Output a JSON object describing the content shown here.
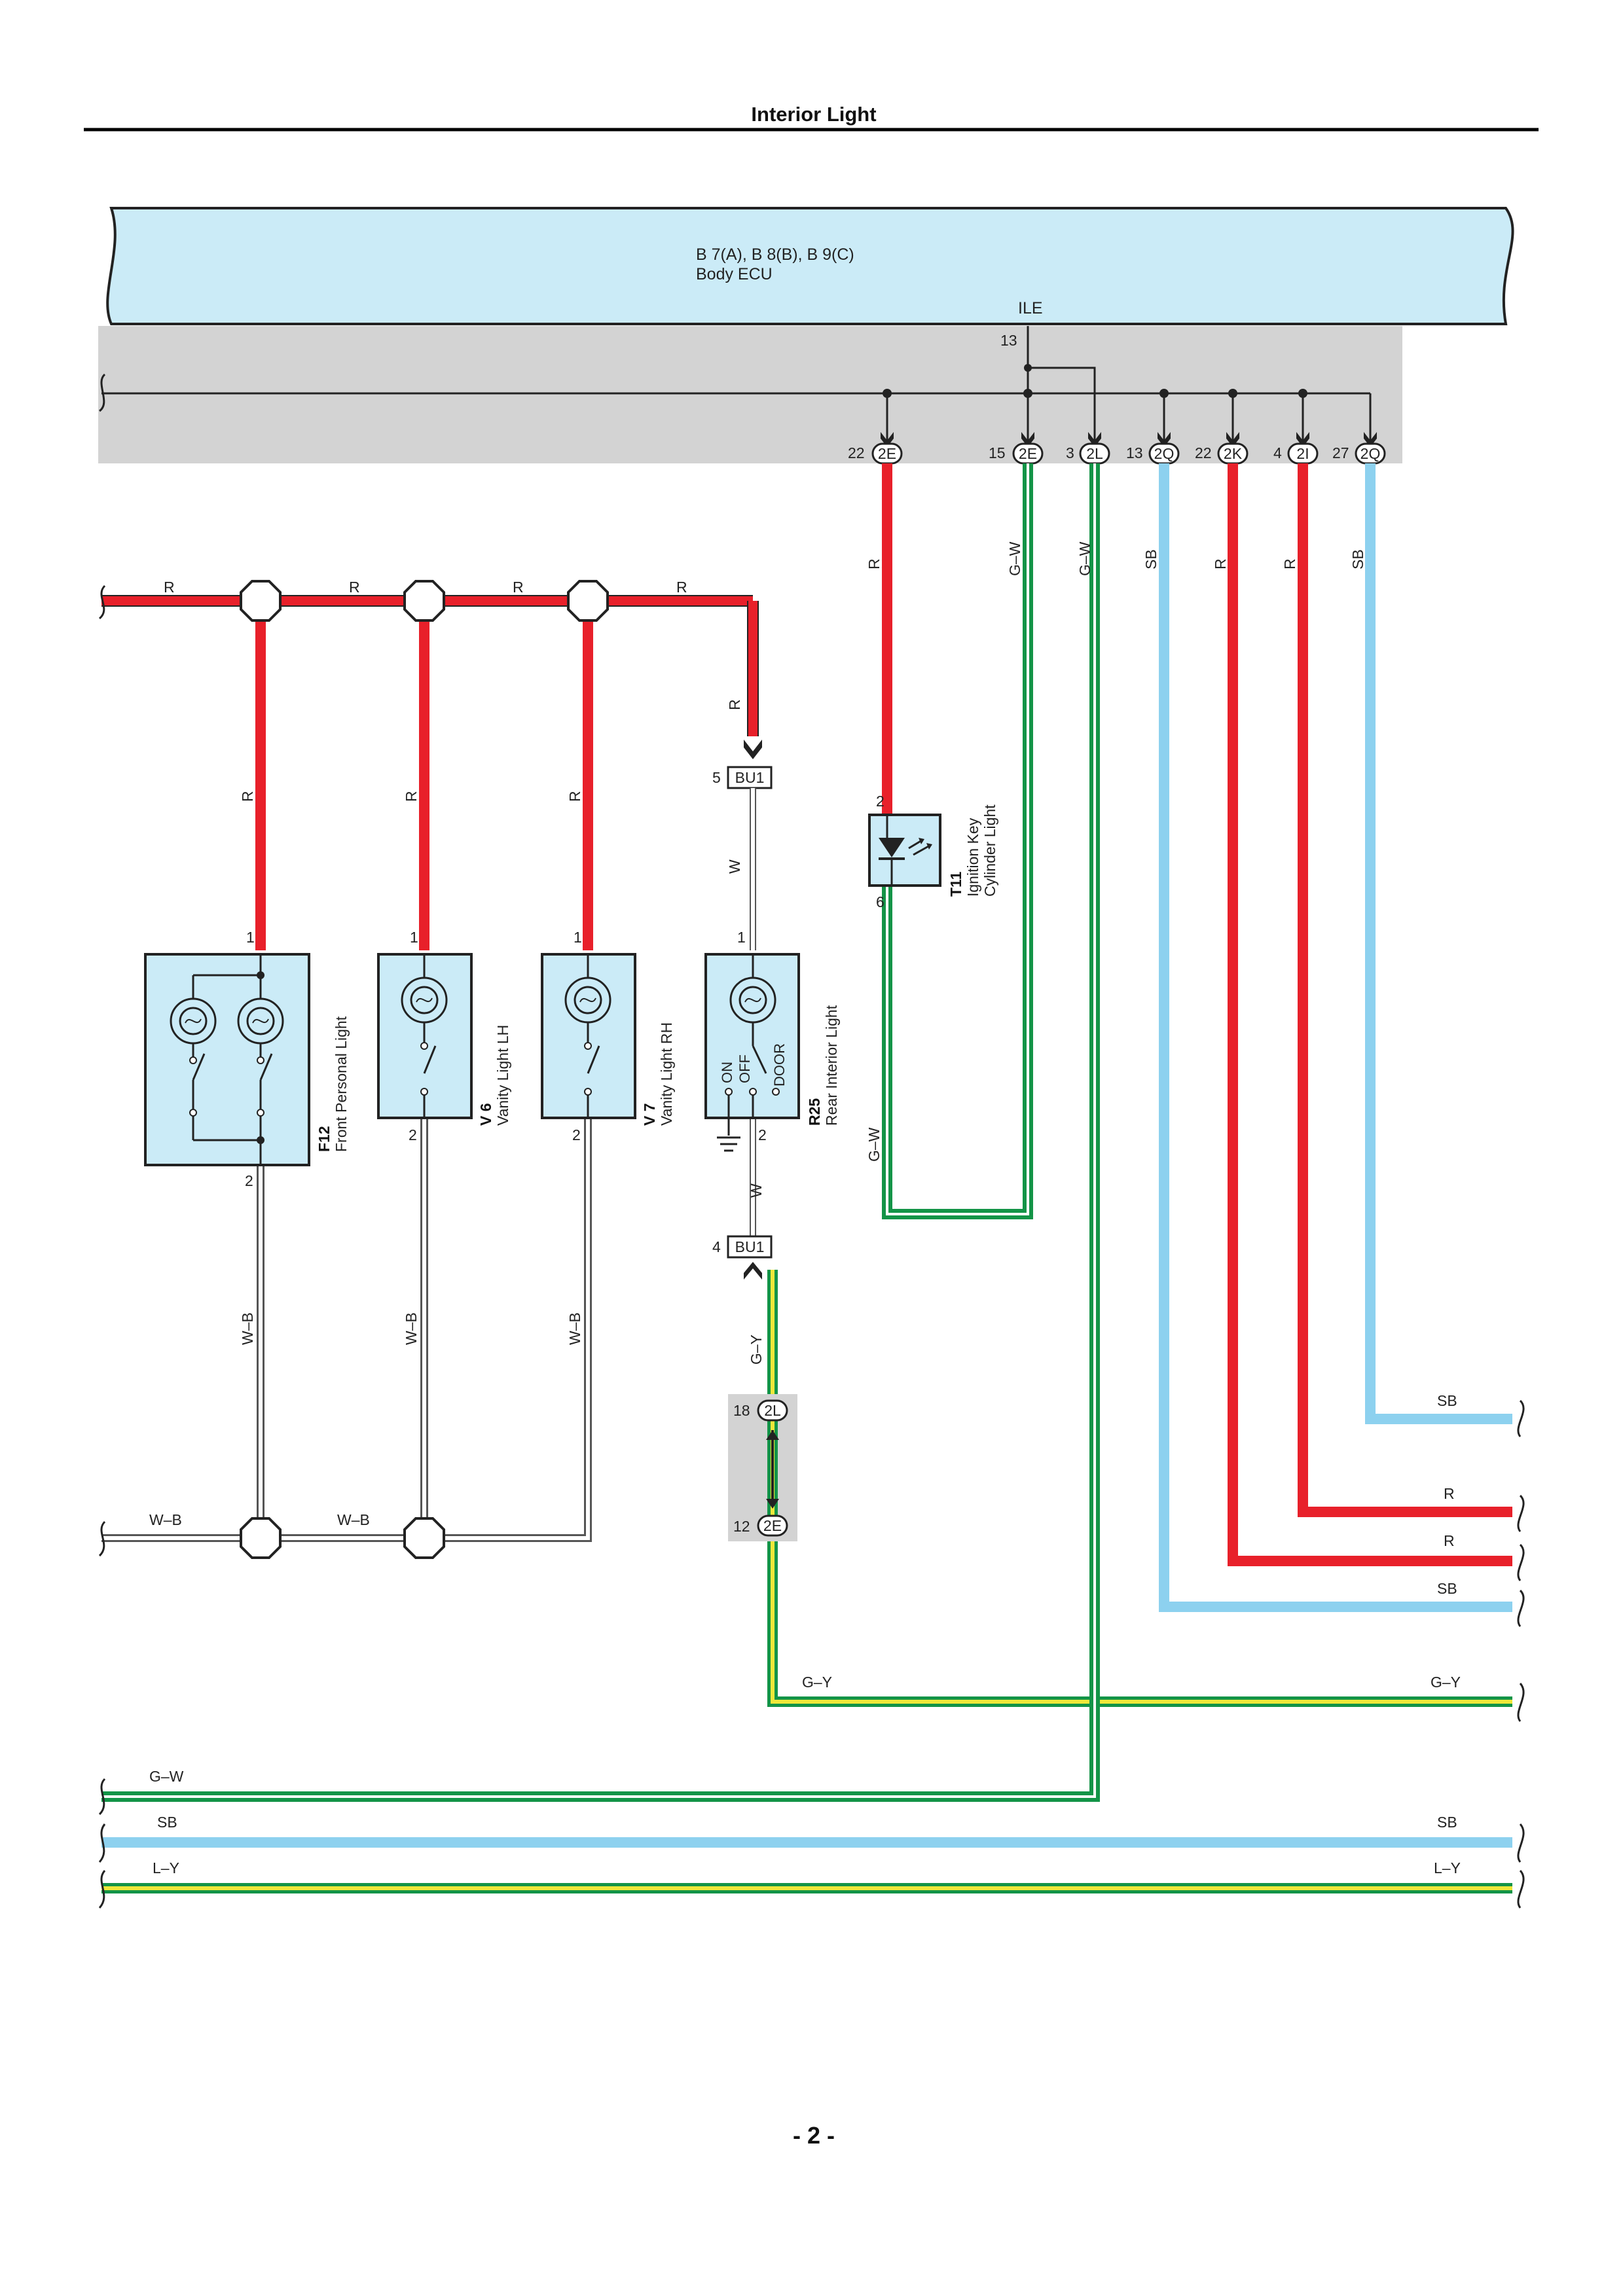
{
  "page": {
    "title": "Interior Light",
    "page_number": "- 2 -"
  },
  "ecu": {
    "code": "B 7(A), B 8(B), B 9(C)",
    "name": "Body ECU",
    "terminal": "ILE",
    "terminal_pin": "13"
  },
  "connectors": [
    {
      "pin": "22",
      "id": "2E"
    },
    {
      "pin": "15",
      "id": "2E"
    },
    {
      "pin": "3",
      "id": "2L"
    },
    {
      "pin": "13",
      "id": "2Q"
    },
    {
      "pin": "22",
      "id": "2K"
    },
    {
      "pin": "4",
      "id": "2I"
    },
    {
      "pin": "27",
      "id": "2Q"
    }
  ],
  "wires": {
    "r": "R",
    "gw": "G–W",
    "sb": "SB",
    "w": "W",
    "wb": "W–B",
    "gy": "G–Y",
    "ly": "L–Y"
  },
  "components": [
    {
      "code": "F12",
      "name": "Front Personal Light",
      "pin_in": "1",
      "pin_out": "2"
    },
    {
      "code": "V 6",
      "name": "Vanity Light LH",
      "pin_in": "1",
      "pin_out": "2"
    },
    {
      "code": "V 7",
      "name": "Vanity Light RH",
      "pin_in": "1",
      "pin_out": "2"
    },
    {
      "code": "R25",
      "name": "Rear Interior Light",
      "pin_in": "1",
      "pin_out": "2",
      "switch_labels": [
        "ON",
        "OFF",
        "DOOR"
      ]
    },
    {
      "code": "T11",
      "name_line1": "Ignition Key",
      "name_line2": "Cylinder Light",
      "pin_in": "2",
      "pin_out": "6"
    }
  ],
  "bu1": {
    "id": "BU1",
    "pin_top": "5",
    "pin_bottom": "4"
  },
  "junction": {
    "top_pin": "18",
    "top_id": "2L",
    "bottom_pin": "12",
    "bottom_id": "2E"
  },
  "colors": {
    "red": "#E8202A",
    "green": "#139447",
    "blue": "#8DD1EF",
    "yellow": "#EEE83A",
    "ecu_fill": "#CBEBF7",
    "gray": "#D3D3D3"
  }
}
